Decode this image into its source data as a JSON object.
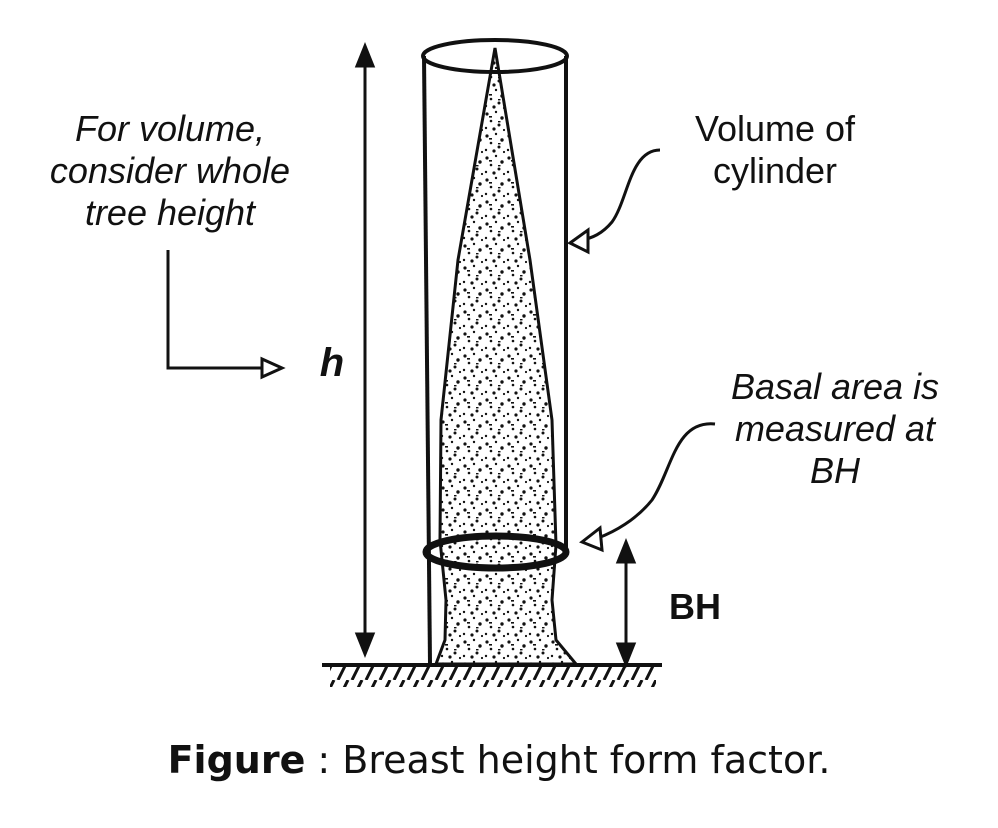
{
  "labels": {
    "volume_note": [
      "For volume,",
      "consider whole",
      "tree height"
    ],
    "cylinder": [
      "Volume of",
      "cylinder"
    ],
    "height": "h",
    "basal": [
      "Basal area is",
      "measured at",
      "BH"
    ],
    "bh": "BH"
  },
  "caption": {
    "prefix": "Figure",
    "text": " : Breast height form factor."
  }
}
